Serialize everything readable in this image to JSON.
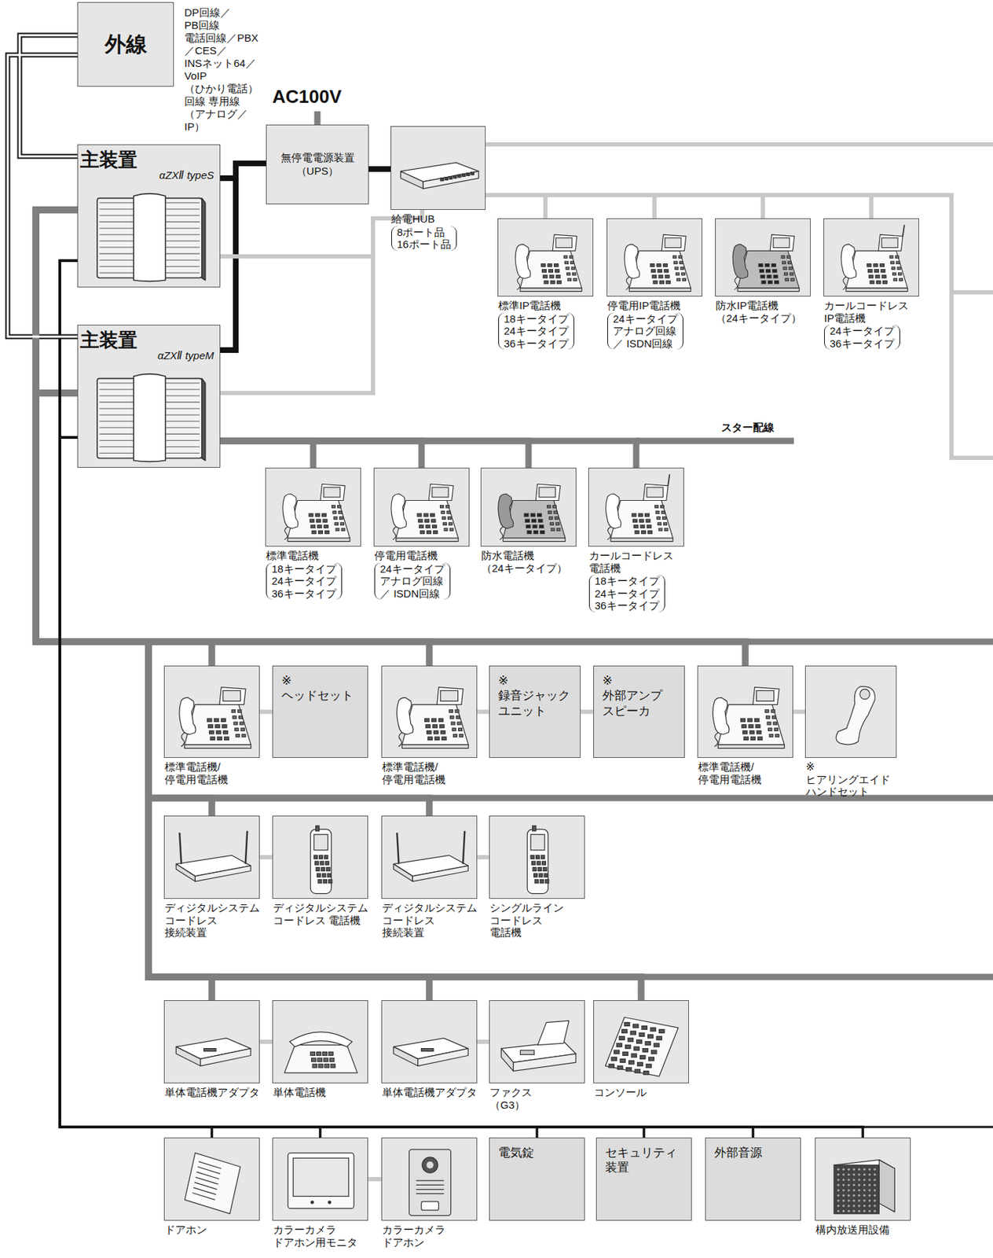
{
  "diagram": {
    "nodes": [
      {
        "text": [
          "外線"
        ]
      },
      {
        "text": [
          "主装置",
          "αZXⅡ typeS"
        ]
      },
      {
        "text": [
          "主装置",
          "αZXⅡ typeM"
        ]
      },
      {
        "text": [
          "無停電電源装置 （UPS）"
        ]
      },
      {
        "text": [
          "給電HUB",
          "8ポート品 16ポート品"
        ]
      },
      {
        "text": [
          "標準IP電話機",
          "18キータイプ 24キータイプ 36キータイプ"
        ]
      },
      {
        "text": [
          "停電用IP電話機",
          "24キータイプ アナログ回線／ ISDN回線"
        ]
      },
      {
        "text": [
          "防水IP電話機",
          "（24キータイプ）"
        ]
      },
      {
        "text": [
          "カールコードレス IP電話機",
          "24キータイプ 36キータイプ"
        ]
      },
      {
        "text": [
          "標準電話機",
          "18キータイプ 24キータイプ 36キータイプ"
        ]
      },
      {
        "text": [
          "停電用電話機",
          "24キータイプ アナログ回線／ ISDN回線"
        ]
      },
      {
        "text": [
          "防水電話機",
          "（24キータイプ）"
        ]
      },
      {
        "text": [
          "カールコードレス 電話機",
          "18キータイプ 24キータイプ 36キータイプ"
        ]
      },
      {
        "text": [
          "標準電話機/ 停電用電話機"
        ]
      },
      {
        "text": [
          "※ ヘッドセット"
        ]
      },
      {
        "text": [
          "標準電話機/ 停電用電話機"
        ]
      },
      {
        "text": [
          "※ 録音ジャック ユニット"
        ]
      },
      {
        "text": [
          "※ 外部アンプ スピーカ"
        ]
      },
      {
        "text": [
          "標準電話機/ 停電用電話機"
        ]
      },
      {
        "text": [
          "※ヒアリングエイド ハンドセット"
        ]
      },
      {
        "text": [
          "ディジタルシステム コードレス 接続装置"
        ]
      },
      {
        "text": [
          "ディジタルシステム コードレス 電話機"
        ]
      },
      {
        "text": [
          "ディジタルシステム コードレス 接続装置"
        ]
      },
      {
        "text": [
          "シングルライン コードレス 電話機"
        ]
      },
      {
        "text": [
          "単体電話機アダプタ"
        ]
      },
      {
        "text": [
          "単体電話機"
        ]
      },
      {
        "text": [
          "単体電話機アダプタ"
        ]
      },
      {
        "text": [
          "ファクス （G3）"
        ]
      },
      {
        "text": [
          "コンソール"
        ]
      },
      {
        "text": [
          "ドアホン"
        ]
      },
      {
        "text": [
          "カラーカメラ ドアホン用モニタ"
        ]
      },
      {
        "text": [
          "カラーカメラ ドアホン"
        ]
      },
      {
        "text": [
          "電気錠"
        ]
      },
      {
        "text": [
          "セキュリティ 装置"
        ]
      },
      {
        "text": [
          "外部音源"
        ]
      },
      {
        "text": [
          "構内放送用設備"
        ]
      }
    ],
    "edges": [
      {
        "from": 0,
        "to": 1,
        "arrow": "none"
      },
      {
        "from": 0,
        "to": 2,
        "arrow": "none"
      },
      {
        "from": 1,
        "to": 3,
        "arrow": "none"
      },
      {
        "from": 2,
        "to": 3,
        "arrow": "none"
      },
      {
        "from": 3,
        "to": 4,
        "arrow": "none"
      },
      {
        "from": 1,
        "to": 4,
        "arrow": "none"
      },
      {
        "from": 2,
        "to": 4,
        "arrow": "none"
      },
      {
        "from": 4,
        "to": 5,
        "arrow": "none"
      },
      {
        "from": 4,
        "to": 6,
        "arrow": "none"
      },
      {
        "from": 4,
        "to": 7,
        "arrow": "none"
      },
      {
        "from": 4,
        "to": 8,
        "arrow": "none"
      },
      {
        "from": 2,
        "to": 9,
        "arrow": "none"
      },
      {
        "from": 2,
        "to": 10,
        "arrow": "none"
      },
      {
        "from": 2,
        "to": 11,
        "arrow": "none"
      },
      {
        "from": 2,
        "to": 12,
        "arrow": "none"
      },
      {
        "from": 1,
        "to": 13,
        "arrow": "none"
      },
      {
        "from": 2,
        "to": 13,
        "arrow": "none"
      },
      {
        "from": 1,
        "to": 15,
        "arrow": "none"
      },
      {
        "from": 2,
        "to": 15,
        "arrow": "none"
      },
      {
        "from": 1,
        "to": 18,
        "arrow": "none"
      },
      {
        "from": 2,
        "to": 18,
        "arrow": "none"
      },
      {
        "from": 13,
        "to": 14,
        "arrow": "none"
      },
      {
        "from": 15,
        "to": 16,
        "arrow": "none"
      },
      {
        "from": 16,
        "to": 17,
        "arrow": "none"
      },
      {
        "from": 18,
        "to": 19,
        "arrow": "none"
      },
      {
        "from": 1,
        "to": 20,
        "arrow": "none"
      },
      {
        "from": 2,
        "to": 20,
        "arrow": "none"
      },
      {
        "from": 1,
        "to": 22,
        "arrow": "none"
      },
      {
        "from": 2,
        "to": 22,
        "arrow": "none"
      },
      {
        "from": 20,
        "to": 21,
        "arrow": "none"
      },
      {
        "from": 22,
        "to": 23,
        "arrow": "none"
      },
      {
        "from": 1,
        "to": 24,
        "arrow": "none"
      },
      {
        "from": 2,
        "to": 24,
        "arrow": "none"
      },
      {
        "from": 1,
        "to": 26,
        "arrow": "none"
      },
      {
        "from": 2,
        "to": 26,
        "arrow": "none"
      },
      {
        "from": 1,
        "to": 28,
        "arrow": "none"
      },
      {
        "from": 2,
        "to": 28,
        "arrow": "none"
      },
      {
        "from": 24,
        "to": 25,
        "arrow": "none"
      },
      {
        "from": 26,
        "to": 27,
        "arrow": "none"
      },
      {
        "from": 1,
        "to": 29,
        "arrow": "none"
      },
      {
        "from": 2,
        "to": 29,
        "arrow": "none"
      },
      {
        "from": 1,
        "to": 30,
        "arrow": "none"
      },
      {
        "from": 2,
        "to": 30,
        "arrow": "none"
      },
      {
        "from": 1,
        "to": 32,
        "arrow": "none"
      },
      {
        "from": 2,
        "to": 32,
        "arrow": "none"
      },
      {
        "from": 1,
        "to": 33,
        "arrow": "none"
      },
      {
        "from": 2,
        "to": 33,
        "arrow": "none"
      },
      {
        "from": 1,
        "to": 34,
        "arrow": "none"
      },
      {
        "from": 2,
        "to": 34,
        "arrow": "none"
      },
      {
        "from": 1,
        "to": 35,
        "arrow": "none"
      },
      {
        "from": 2,
        "to": 35,
        "arrow": "none"
      },
      {
        "from": 30,
        "to": 31,
        "arrow": "none"
      }
    ],
    "labels": [
      "DP回線／PB回線 電話回線／PBX／CES／ INSネット64／VoIP（ひかり電話）回線 専用線（アナログ／IP）",
      "AC100V",
      "スター配線"
    ]
  }
}
